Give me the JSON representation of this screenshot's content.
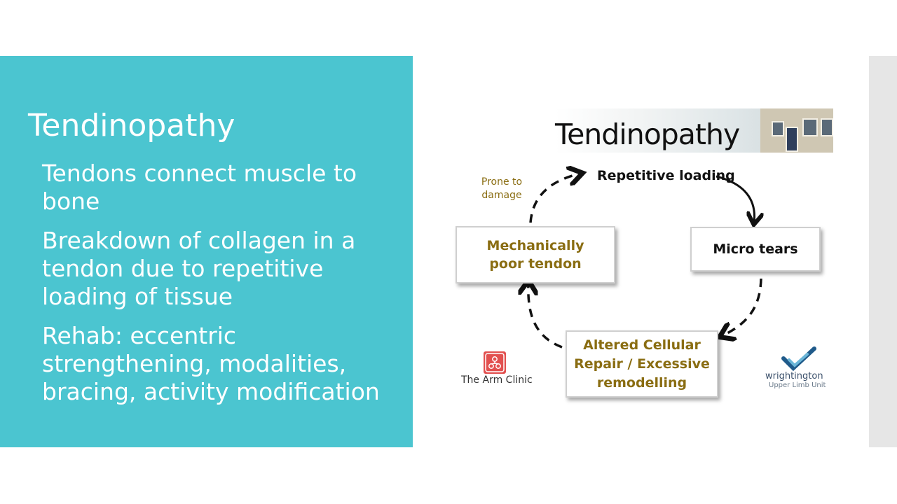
{
  "slide": {
    "title": "Tendinopathy",
    "bullets": [
      "Tendons connect muscle to bone",
      "Breakdown of collagen in a tendon due to repetitive loading of tissue",
      "Rehab: eccentric strengthening, modalities, bracing, activity modification"
    ]
  },
  "figure": {
    "title": "Tendinopathy",
    "cycle_label_top": "Repetitive loading",
    "prone_label": "Prone to damage",
    "nodes": {
      "left": "Mechanically poor tendon",
      "right": "Micro tears",
      "bottom": "Altered Cellular Repair / Excessive remodelling"
    },
    "logos": {
      "arm_clinic": "The Arm Clinic",
      "wrightington": "wrightington",
      "wrightington_sub": "Upper Limb Unit"
    }
  },
  "colors": {
    "panel": "#4bc5d0",
    "gold_text": "#8a6d12",
    "arm_clinic_red": "#e2504f"
  }
}
